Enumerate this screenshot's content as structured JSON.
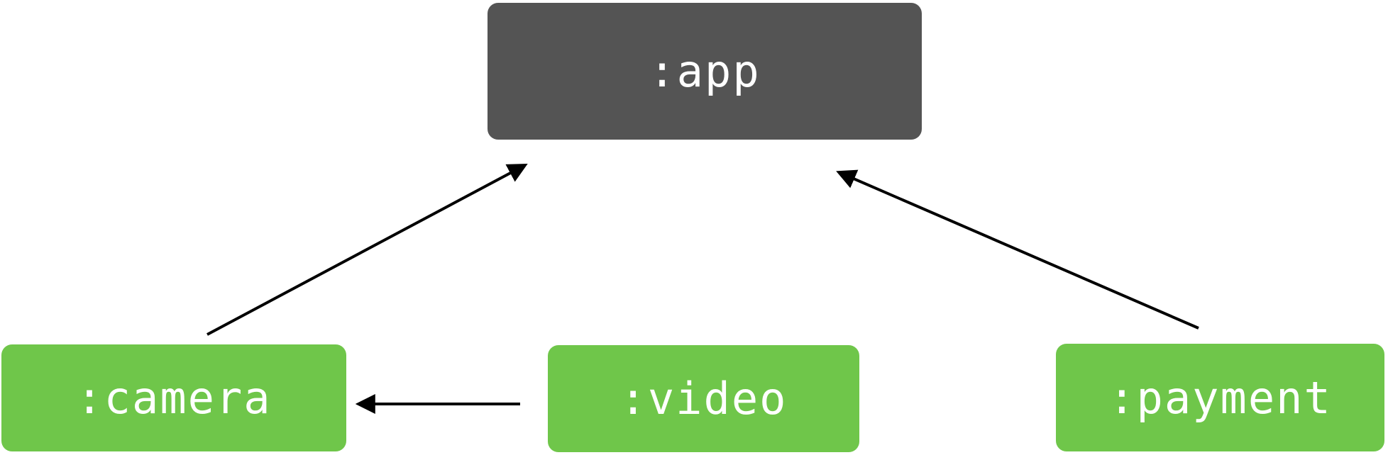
{
  "diagram": {
    "kind": "module-dependency-graph",
    "background_color": "#FFFFFF",
    "edge_color": "#000000",
    "nodes": {
      "app": {
        "label": ":app",
        "fill": "#545454",
        "text_color": "#FFFFFF"
      },
      "camera": {
        "label": ":camera",
        "fill": "#6FC64A",
        "text_color": "#FFFFFF"
      },
      "video": {
        "label": ":video",
        "fill": "#6FC64A",
        "text_color": "#FFFFFF"
      },
      "payment": {
        "label": ":payment",
        "fill": "#6FC64A",
        "text_color": "#FFFFFF"
      }
    },
    "edges": [
      {
        "from": ":camera",
        "to": ":app"
      },
      {
        "from": ":payment",
        "to": ":app"
      },
      {
        "from": ":video",
        "to": ":camera"
      }
    ]
  }
}
